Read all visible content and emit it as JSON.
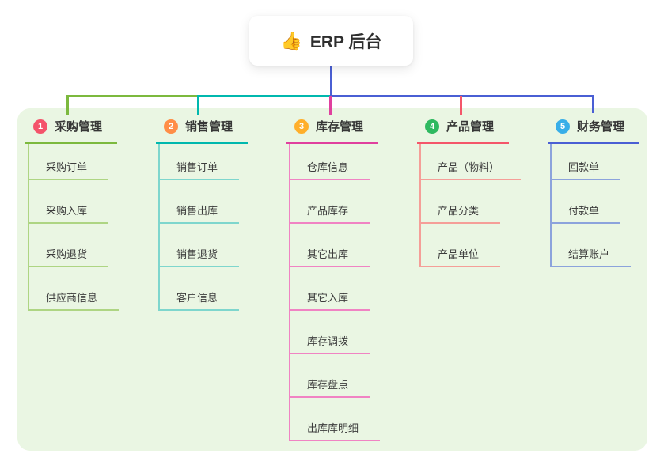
{
  "root": {
    "icon": "thumbs-up",
    "emoji": "👍",
    "label": "ERP 后台"
  },
  "branches": [
    {
      "index": "1",
      "label": "采购管理",
      "colors": {
        "badge": "#f4536a",
        "line": "#7cb93e",
        "child": "#aed583"
      },
      "children": [
        "采购订单",
        "采购入库",
        "采购退货",
        "供应商信息"
      ]
    },
    {
      "index": "2",
      "label": "销售管理",
      "colors": {
        "badge": "#ff8e47",
        "line": "#00b8ae",
        "child": "#7ed6cd"
      },
      "children": [
        "销售订单",
        "销售出库",
        "销售退货",
        "客户信息"
      ]
    },
    {
      "index": "3",
      "label": "库存管理",
      "colors": {
        "badge": "#ffaf2b",
        "line": "#e0409e",
        "child": "#f083c3"
      },
      "children": [
        "仓库信息",
        "产品库存",
        "其它出库",
        "其它入库",
        "库存调拨",
        "库存盘点",
        "出库库明细"
      ]
    },
    {
      "index": "4",
      "label": "产品管理",
      "colors": {
        "badge": "#2fb960",
        "line": "#f4566a",
        "child": "#f59e98"
      },
      "children": [
        "产品（物料）",
        "产品分类",
        "产品单位"
      ]
    },
    {
      "index": "5",
      "label": "财务管理",
      "colors": {
        "badge": "#38aee8",
        "line": "#4a5fd4",
        "child": "#8ca3dc"
      },
      "children": [
        "回款单",
        "付款单",
        "结算账户"
      ]
    }
  ],
  "connector": {
    "root_color": "#4a5fd4"
  },
  "panel": {
    "background": "#eaf6e3"
  }
}
